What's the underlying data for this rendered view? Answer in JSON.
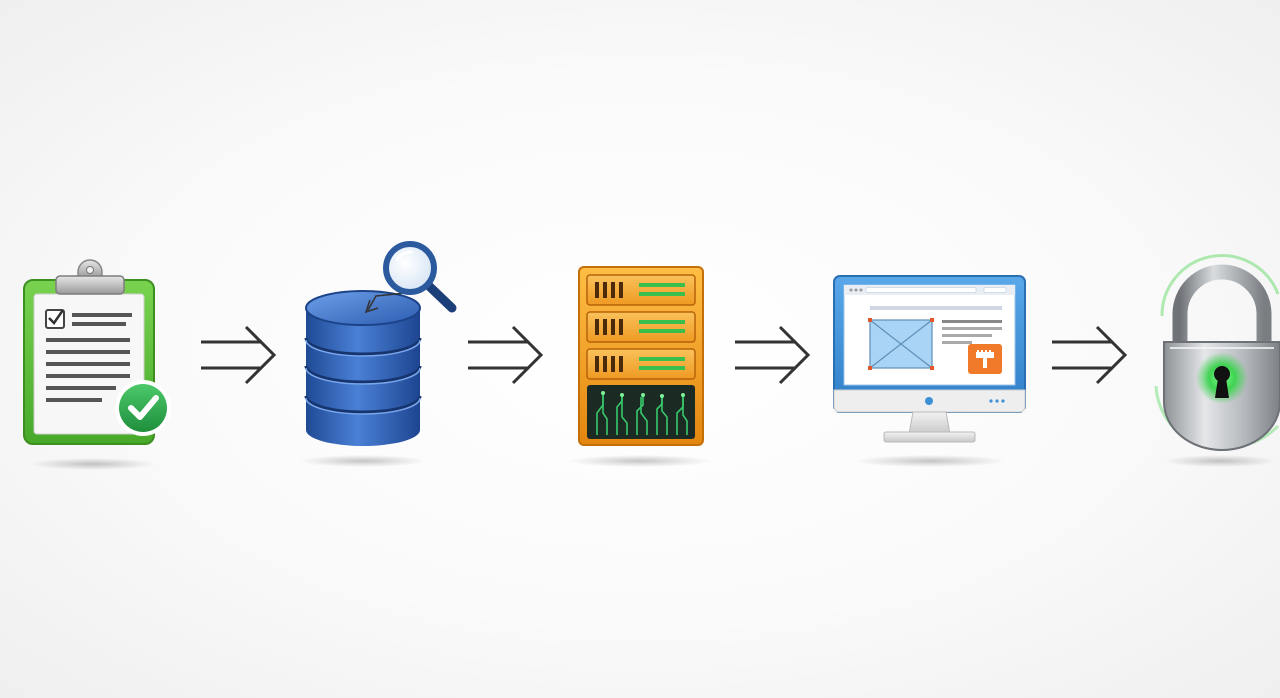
{
  "diagram": {
    "type": "flow",
    "direction": "left-to-right",
    "steps": [
      {
        "id": "step-1",
        "icon": "clipboard-checklist-icon"
      },
      {
        "id": "step-2",
        "icon": "database-search-icon"
      },
      {
        "id": "step-3",
        "icon": "server-rack-icon"
      },
      {
        "id": "step-4",
        "icon": "monitor-webpage-icon"
      },
      {
        "id": "step-5",
        "icon": "padlock-icon"
      }
    ],
    "connectors": [
      {
        "from": "step-1",
        "to": "step-2",
        "icon": "double-arrow-right-icon"
      },
      {
        "from": "step-2",
        "to": "step-3",
        "icon": "double-arrow-right-icon"
      },
      {
        "from": "step-3",
        "to": "step-4",
        "icon": "double-arrow-right-icon"
      },
      {
        "from": "step-4",
        "to": "step-5",
        "icon": "double-arrow-right-icon"
      }
    ]
  },
  "colors": {
    "clipboard_green": "#5cbf3a",
    "check_green": "#2fa84f",
    "database_blue": "#2f5fae",
    "magnifier_blue": "#2c5a9e",
    "server_orange": "#f3a11e",
    "circuit_green": "#38c96a",
    "monitor_blue": "#3d8fd6",
    "accent_orange": "#f07a2a",
    "lock_silver": "#b9bdc1",
    "lock_glow": "#4ed35a",
    "arrow_dark": "#333333"
  }
}
